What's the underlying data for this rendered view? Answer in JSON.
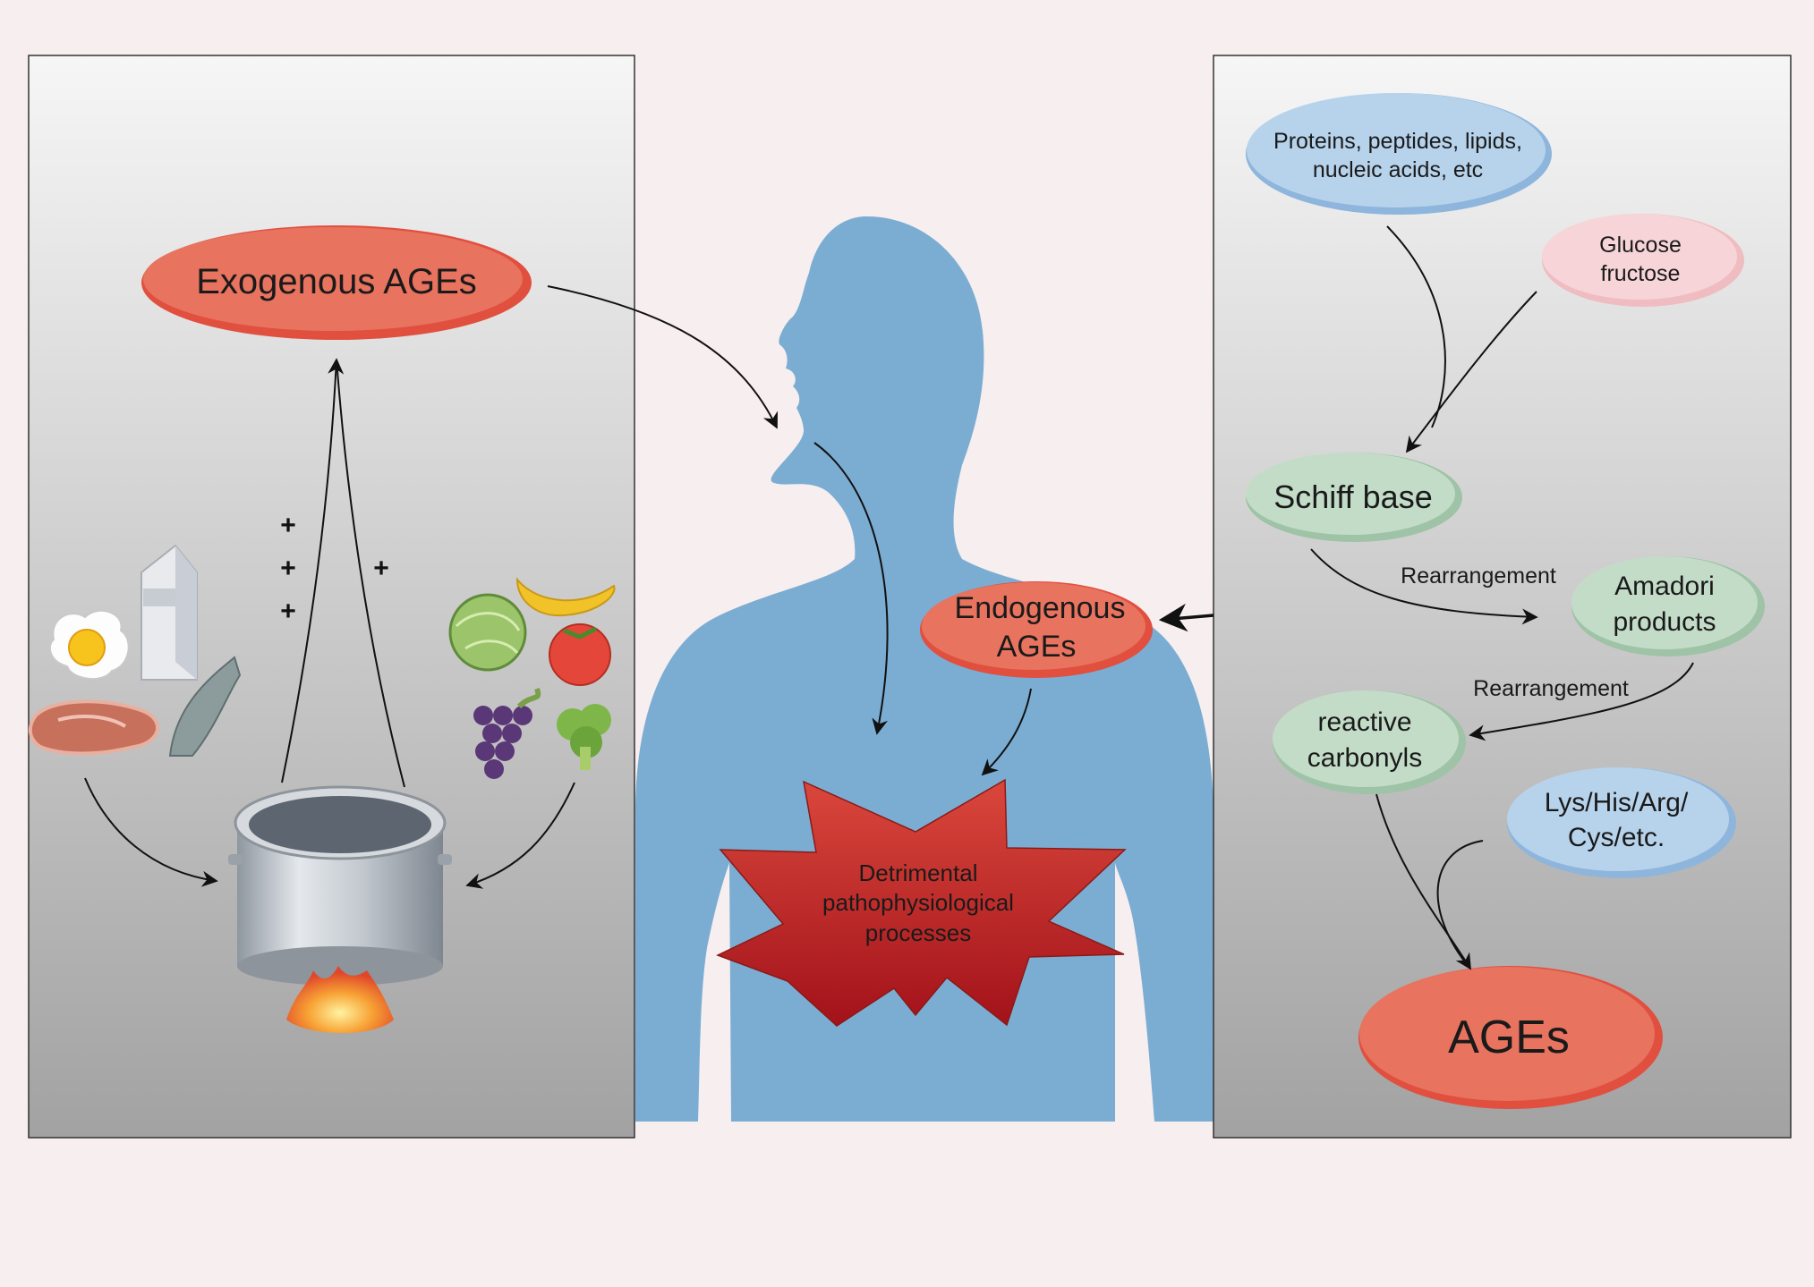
{
  "left_panel": {
    "exogenous_label": "Exogenous AGEs",
    "plus_signs": [
      "+",
      "+",
      "+",
      "+"
    ]
  },
  "center": {
    "endogenous_label_lines": [
      "Endogenous",
      "AGEs"
    ],
    "detrimental_label_lines": [
      "Detrimental",
      "pathophysiological",
      "processes"
    ]
  },
  "right_panel": {
    "proteins_lines": [
      "Proteins, peptides, lipids,",
      "nucleic acids, etc"
    ],
    "glucose_lines": [
      "Glucose",
      "fructose"
    ],
    "schiff_label": "Schiff base",
    "rearrangement_1": "Rearrangement",
    "amadori_lines": [
      "Amadori",
      "products"
    ],
    "rearrangement_2": "Rearrangement",
    "carbonyls_lines": [
      "reactive",
      "carbonyls"
    ],
    "amino_lines": [
      "Lys/His/Arg/",
      "Cys/etc."
    ],
    "ages_label": "AGEs"
  },
  "colors": {
    "background": "#f7eeef",
    "body_silhouette": "#7badd3",
    "red_ellipse": "#e86e5c",
    "blue_ellipse": "#b7d3ec",
    "pink_ellipse": "#f6d4d7",
    "green_ellipse": "#c3dcc8",
    "star": "#c5302a"
  }
}
